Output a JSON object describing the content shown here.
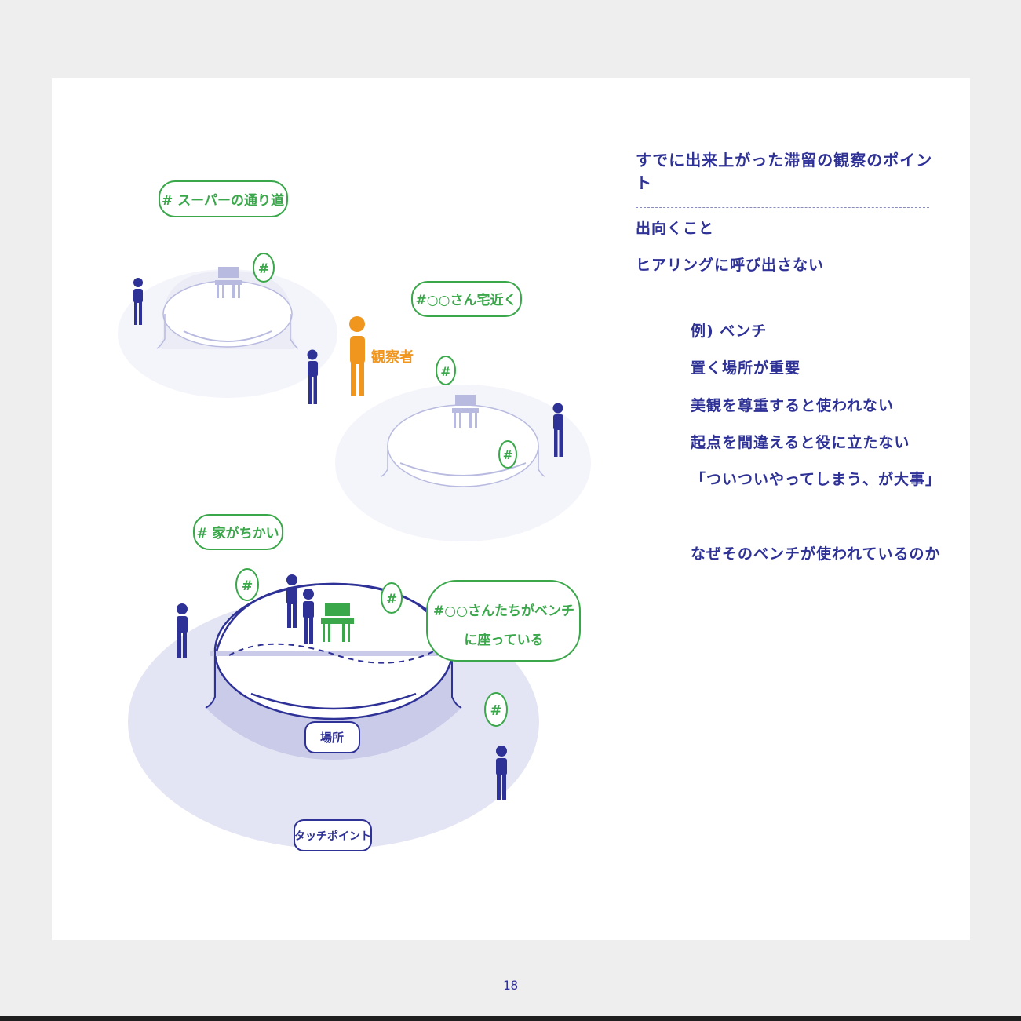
{
  "colors": {
    "navy": "#2e3196",
    "green": "#3aa84a",
    "orange": "#f0961f",
    "lavender": "#d3d5ef",
    "pale": "#f4f4fb"
  },
  "tags": {
    "supermarket_path": "# スーパーの通り道",
    "near_house": "#○○さん宅近く",
    "house_close": "# 家がちかい",
    "sitting_line1": "#○○さんたちがベンチ",
    "sitting_line2": "に座っている",
    "hash": "#"
  },
  "labels": {
    "observer": "観察者",
    "place": "場所",
    "touchpoint": "タッチポイント"
  },
  "notes": {
    "heading": "すでに出来上がった滞留の観察のポイント",
    "item1": "出向くこと",
    "item2": "ヒアリングに呼び出さない",
    "example_lines": [
      "例) ベンチ",
      "置く場所が重要",
      "美観を尊重すると使われない",
      "起点を間違えると役に立たない",
      "「ついついやってしまう、が大事」"
    ],
    "question": "なぜそのベンチが使われているのか"
  },
  "page_number": "18"
}
